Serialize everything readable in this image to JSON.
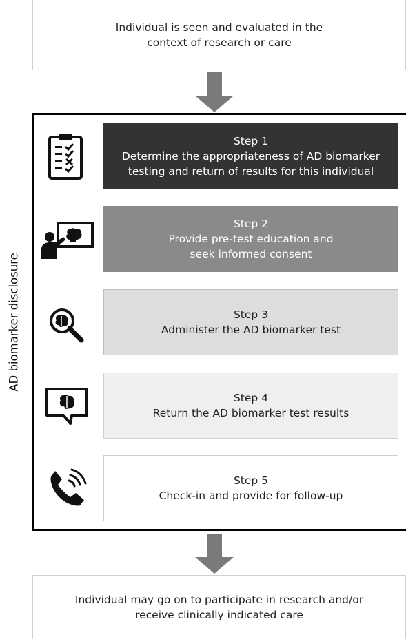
{
  "top_box": {
    "text_line1": "Individual is seen and evaluated in the",
    "text_line2": "context of research or care"
  },
  "side_label": "AD biomarker disclosure",
  "steps": [
    {
      "title": "Step 1",
      "line1": "Determine the appropriateness of AD biomarker",
      "line2": "testing and return of results for this individual",
      "icon": "clipboard-checklist-icon"
    },
    {
      "title": "Step 2",
      "line1": "Provide pre-test education and",
      "line2": "seek informed consent",
      "icon": "presenter-brain-board-icon"
    },
    {
      "title": "Step 3",
      "line1": "Administer the AD biomarker test",
      "line2": "",
      "icon": "magnifier-brain-icon"
    },
    {
      "title": "Step 4",
      "line1": "Return the AD biomarker test results",
      "line2": "",
      "icon": "speech-bubble-brain-icon"
    },
    {
      "title": "Step 5",
      "line1": "Check-in and provide for follow-up",
      "line2": "",
      "icon": "phone-call-icon"
    }
  ],
  "bottom_box": {
    "text_line1": "Individual may go on to participate in research and/or",
    "text_line2": "receive clinically indicated care"
  },
  "colors": {
    "step1": "#333333",
    "step2": "#8a8a8a",
    "step3": "#dddddd",
    "step4": "#efefef",
    "step5": "#ffffff",
    "arrow": "#7a7a7a",
    "frame": "#000000"
  }
}
